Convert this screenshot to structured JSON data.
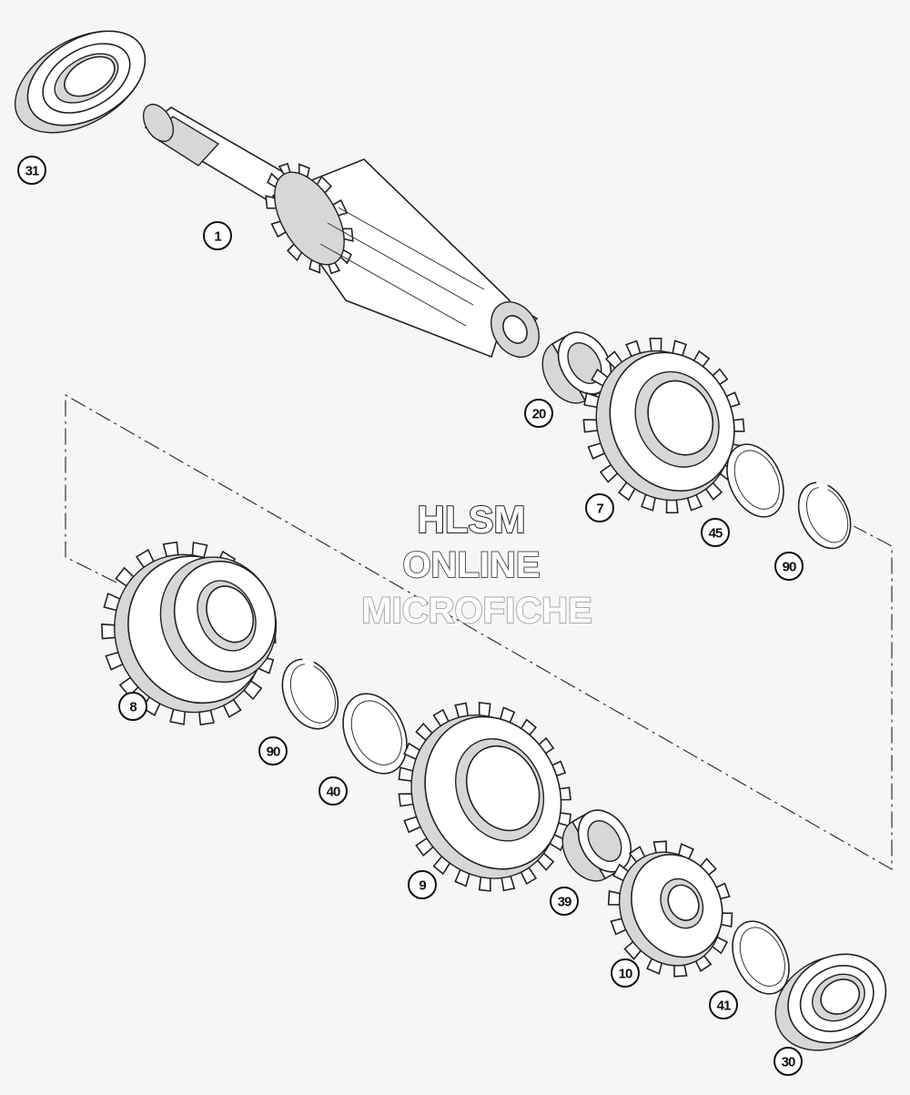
{
  "watermark": {
    "line1": "HLSM",
    "line2": "ONLINE",
    "line3": "MICROFICHE"
  },
  "callouts": {
    "shaft": "1",
    "needle_bearing_upper": "20",
    "gear_upper": "7",
    "washer_45": "45",
    "circlip_upper": "90",
    "gear_double": "8",
    "circlip_lower": "90",
    "washer_40": "40",
    "gear_large": "9",
    "needle_bearing_lower": "39",
    "gear_small": "10",
    "washer_41": "41",
    "ball_bearing_top": "31",
    "ball_bearing_bottom": "30"
  },
  "colors": {
    "line": "#222222",
    "background": "#f6f6f6",
    "shading": "#d7d7d7"
  }
}
